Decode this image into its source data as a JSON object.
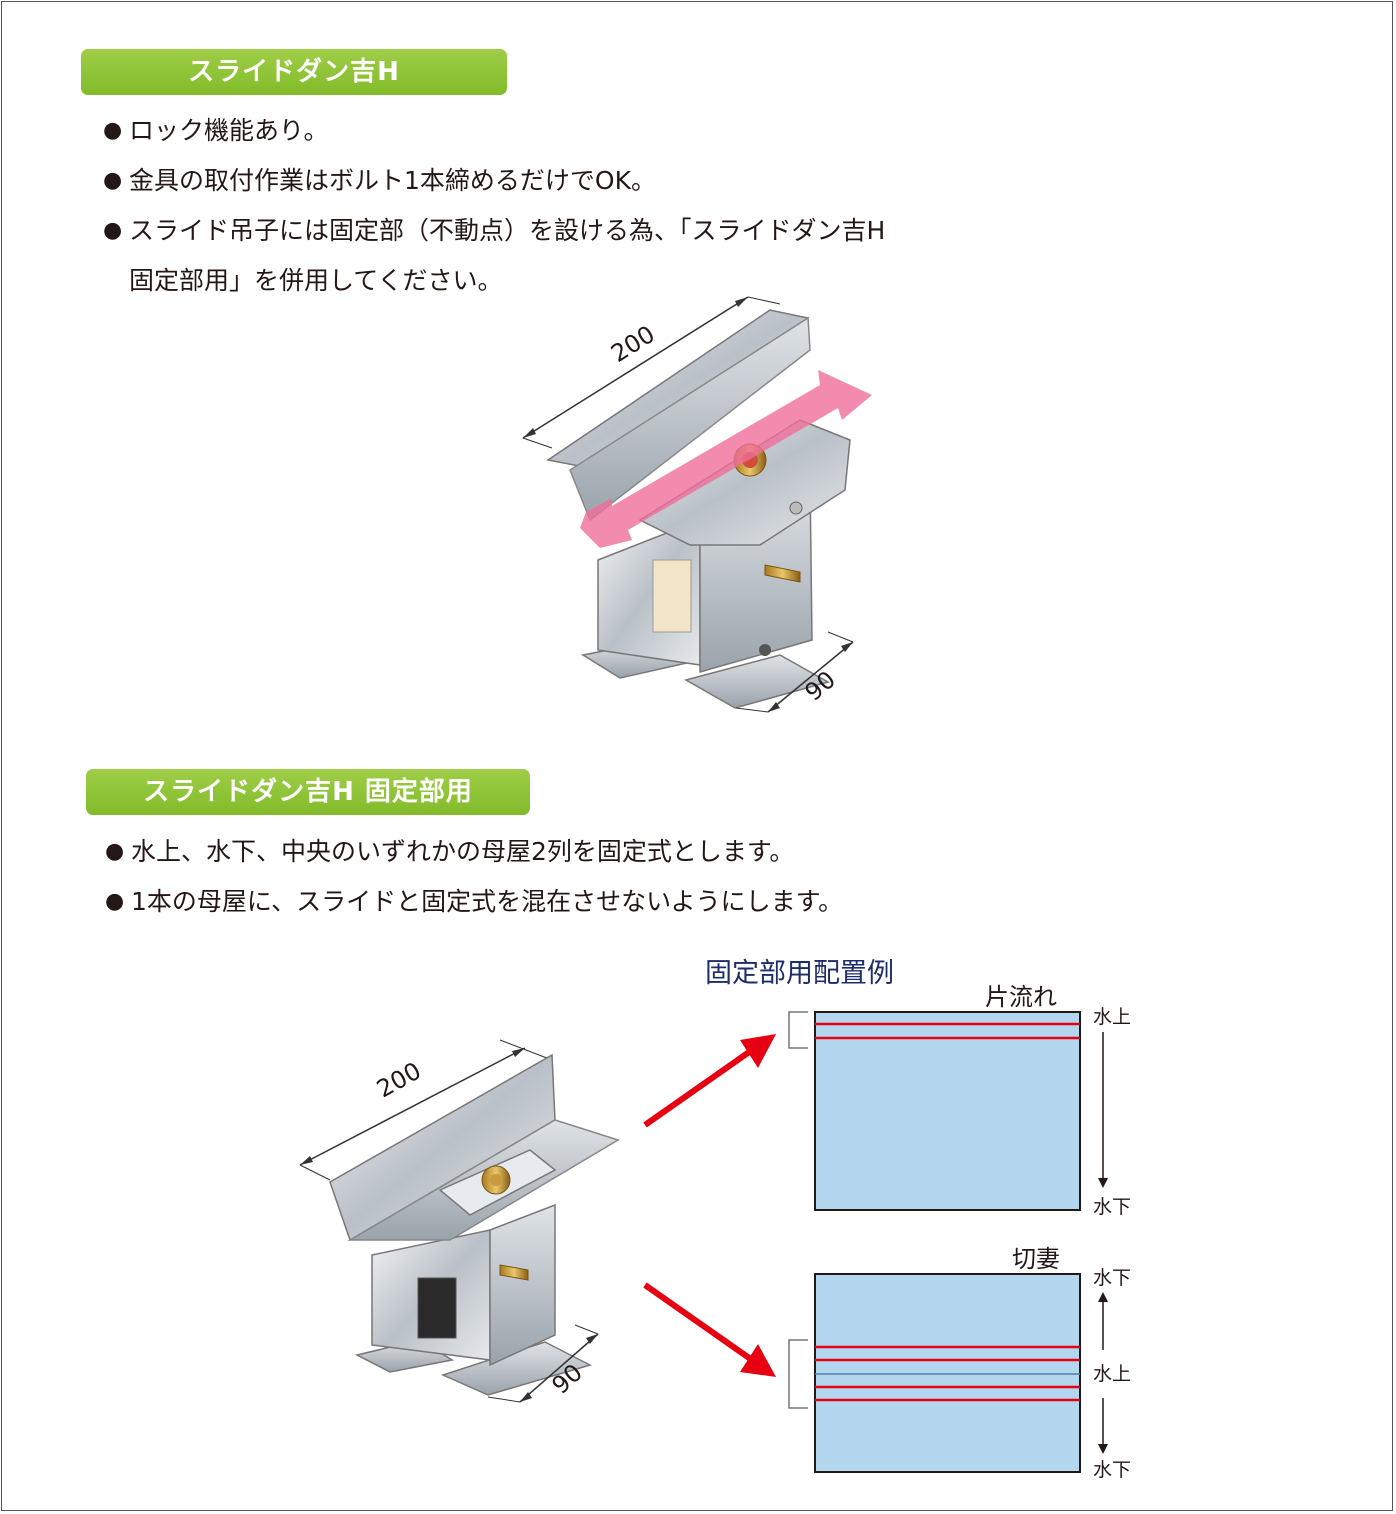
{
  "section1": {
    "title": "スライドダン吉H",
    "bullets": [
      "ロック機能あり。",
      "金具の取付作業はボルト1本締めるだけでOK。",
      "スライド吊子には固定部（不動点）を設ける為、「スライドダン吉H"
    ],
    "bullet3_cont": "固定部用」を併用してください。",
    "dim_length": "200",
    "dim_width": "90"
  },
  "section2": {
    "title": "スライドダン吉H  固定部用",
    "bullets": [
      "水上、水下、中央のいずれかの母屋2列を固定式とします。",
      "1本の母屋に、スライドと固定式を混在させないようにします。"
    ],
    "dim_length": "200",
    "dim_width": "90"
  },
  "layout_example": {
    "title": "固定部用配置例",
    "diagram1": {
      "label": "片流れ",
      "top_label": "水上",
      "bottom_label": "水下"
    },
    "diagram2": {
      "label": "切妻",
      "top_label": "水下",
      "middle_label": "水上",
      "bottom_label": "水下"
    }
  },
  "colors": {
    "badge_green": "#8dc63f",
    "roof_blue": "#b3d7ef",
    "fixed_line_red": "#e60012",
    "arrow_red": "#e60012",
    "slide_arrow_pink": "#ef6e9a",
    "title_navy": "#1d2c6b"
  }
}
